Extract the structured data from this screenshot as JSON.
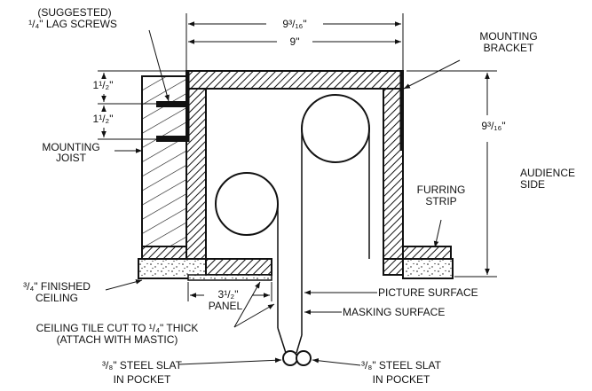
{
  "dimensions": {
    "outer_width": "9³/₁₆\"",
    "inner_width": "9\"",
    "height": "9³/₁₆\"",
    "lag_spacing_1": "1¹/₂\"",
    "lag_spacing_2": "1¹/₂\"",
    "panel_width": "3¹/₂\"",
    "panel_label": "PANEL"
  },
  "labels": {
    "lag_screws_line1": "(SUGGESTED)",
    "lag_screws_line2": "¹/₄\" LAG SCREWS",
    "mounting_bracket_line1": "MOUNTING",
    "mounting_bracket_line2": "BRACKET",
    "mounting_joist_line1": "MOUNTING",
    "mounting_joist_line2": "JOIST",
    "audience_side_line1": "AUDIENCE",
    "audience_side_line2": "SIDE",
    "furring_strip_line1": "FURRING",
    "furring_strip_line2": "STRIP",
    "finished_ceiling_line1": "³/₄\" FINISHED",
    "finished_ceiling_line2": "CEILING",
    "picture_surface": "PICTURE SURFACE",
    "masking_surface": "MASKING SURFACE",
    "ceiling_tile_line1": "CEILING TILE CUT TO ¹/₄\" THICK",
    "ceiling_tile_line2": "(ATTACH WITH MASTIC)",
    "slat_left_line1": "³/₈\" STEEL SLAT",
    "slat_left_line2": "IN POCKET",
    "slat_right_line1": "³/₈\" STEEL SLAT",
    "slat_right_line2": "IN POCKET"
  }
}
